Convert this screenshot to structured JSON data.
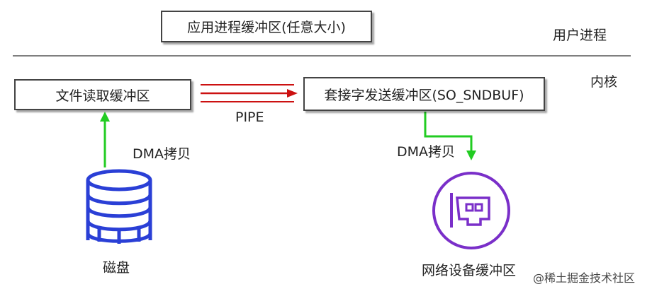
{
  "user_buffer": "应用进程缓冲区(任意大小)",
  "user_process_label": "用户进程",
  "kernel_label": "内核",
  "file_buffer": "文件读取缓冲区",
  "socket_buffer": "套接字发送缓冲区(SO_SNDBUF)",
  "pipe_label": "PIPE",
  "dma_left": "DMA拷贝",
  "dma_right": "DMA拷贝",
  "disk_label": "磁盘",
  "nic_label": "网络设备缓冲区",
  "watermark": "@稀土掘金技术社区",
  "colors": {
    "dma_arrow": "#22cc22",
    "pipe_arrow": "#cc1111",
    "disk_icon": "#2a3fd6",
    "nic_icon": "#7a2fc9"
  },
  "icons": {
    "disk": "database-icon",
    "nic": "network-card-icon"
  }
}
